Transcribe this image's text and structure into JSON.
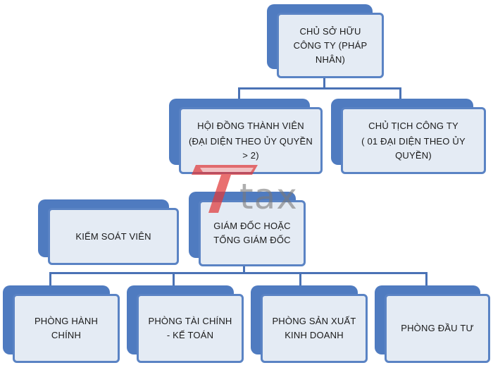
{
  "colors": {
    "accent": "#4f7bc0",
    "box_fill": "#e4ebf4",
    "line": "#4a72b5",
    "logo_red": "#e03a3a"
  },
  "nodes": {
    "owner": {
      "label": "CHỦ SỞ HỮU CÔNG TY (PHÁP NHÂN)"
    },
    "members_council": {
      "title": "HỘI ĐỒNG THÀNH VIÊN",
      "note": "(ĐẠI DIỆN THEO ỦY QUYỀN > 2)"
    },
    "company_chairman": {
      "title": "CHỦ TỊCH CÔNG TY",
      "note": "( 01 ĐẠI DIỆN THEO ỦY QUYỀN)"
    },
    "controller": {
      "label": "KIỂM SOÁT VIÊN"
    },
    "director": {
      "label": "GIÁM ĐỐC HOẶC TỔNG GIÁM ĐỐC"
    },
    "admin_dept": {
      "label": "PHÒNG HÀNH CHÍNH"
    },
    "finance_dept": {
      "label": "PHÒNG TÀI CHÍNH - KẾ TOÁN"
    },
    "production_dept": {
      "label": "PHÒNG SẢN XUẤT KINH DOANH"
    },
    "investment_dept": {
      "label": "PHÒNG ĐẦU TƯ"
    }
  },
  "watermark": {
    "text": "tax",
    "icon": "t-logo-icon"
  }
}
